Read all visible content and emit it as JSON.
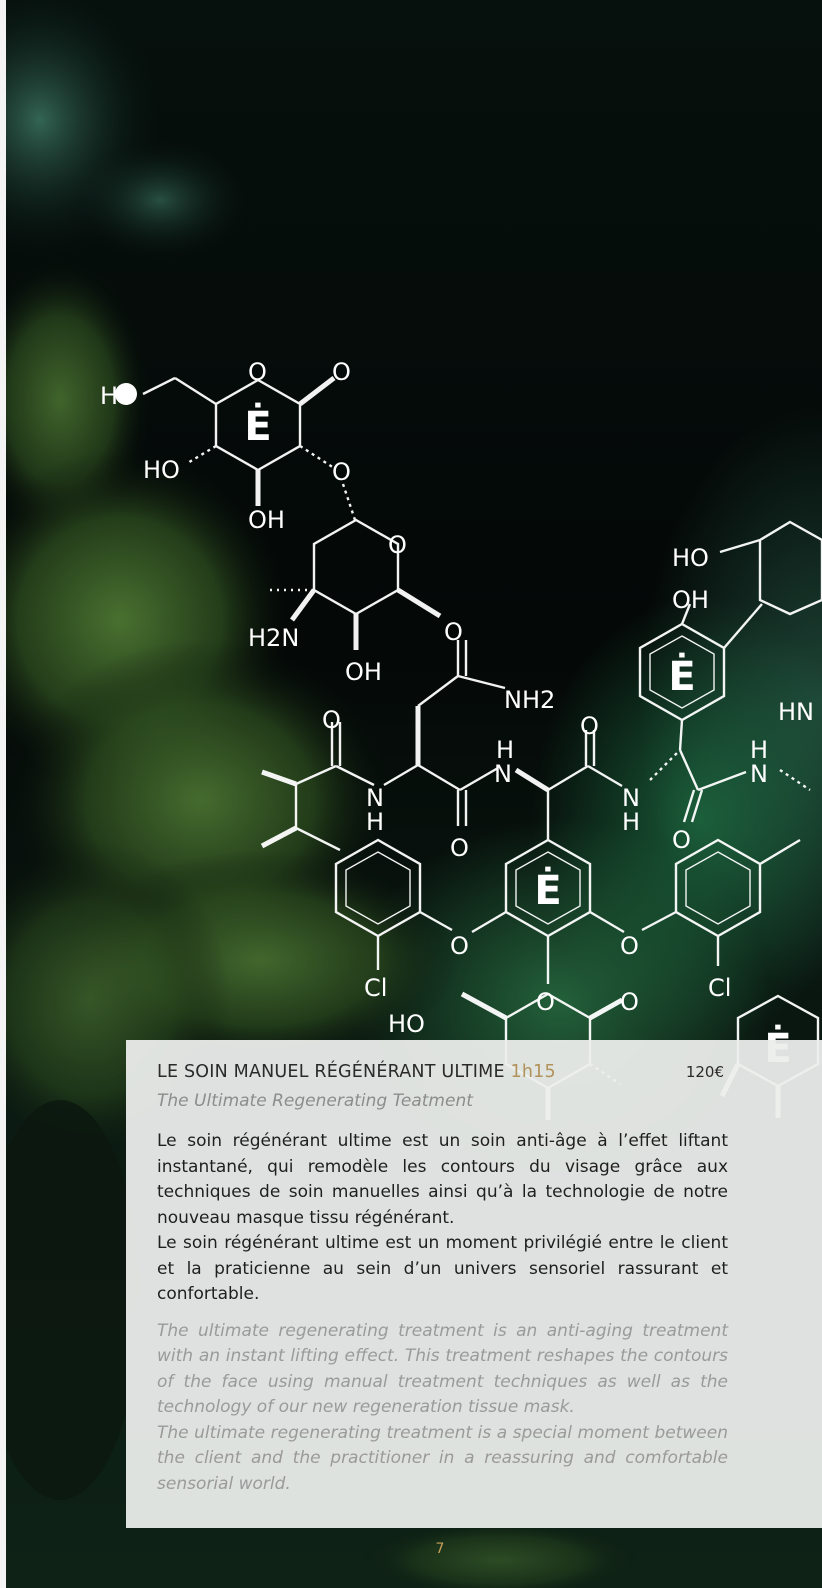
{
  "treatment": {
    "title": "LE SOIN MANUEL RÉGÉNÉRANT ULTIME",
    "duration": "1h15",
    "price": "120€",
    "subtitle_en": "The Ultimate Regenerating Teatment",
    "description_fr": [
      "Le soin régénérant ultime est un soin anti-âge à l’effet liftant instantané, qui remodèle les contours du visage grâce aux techniques de soin manuelles ainsi qu’à la technologie de notre nouveau masque tissu régénérant.",
      "Le soin régénérant ultime est un moment privilégié entre le client et la praticienne au sein d’un univers sensoriel rassurant et confortable."
    ],
    "description_en": [
      "The ultimate regenerating treatment is an anti-aging treatment with an instant lifting effect. This treatment reshapes the contours of the face using manual treatment techniques as well as the technology of our new regeneration tissue mask.",
      "The ultimate regenerating treatment is a special moment between the client and the practitioner in a reassuring and comfortable sensorial world."
    ]
  },
  "page_number": "7",
  "molecule_labels": {
    "ho": "HO",
    "oh": "OH",
    "o": "O",
    "h2n": "H2N",
    "nh2": "NH2",
    "h": "H",
    "n": "N",
    "hn": "HN",
    "cl": "Cl",
    "logo": "Ė"
  },
  "colors": {
    "card_background": "#eceeec",
    "accent_gold": "#b2915a",
    "text_dark": "#1f1f1f",
    "text_muted": "#9a9a9a",
    "molecule_stroke": "#ffffff"
  }
}
